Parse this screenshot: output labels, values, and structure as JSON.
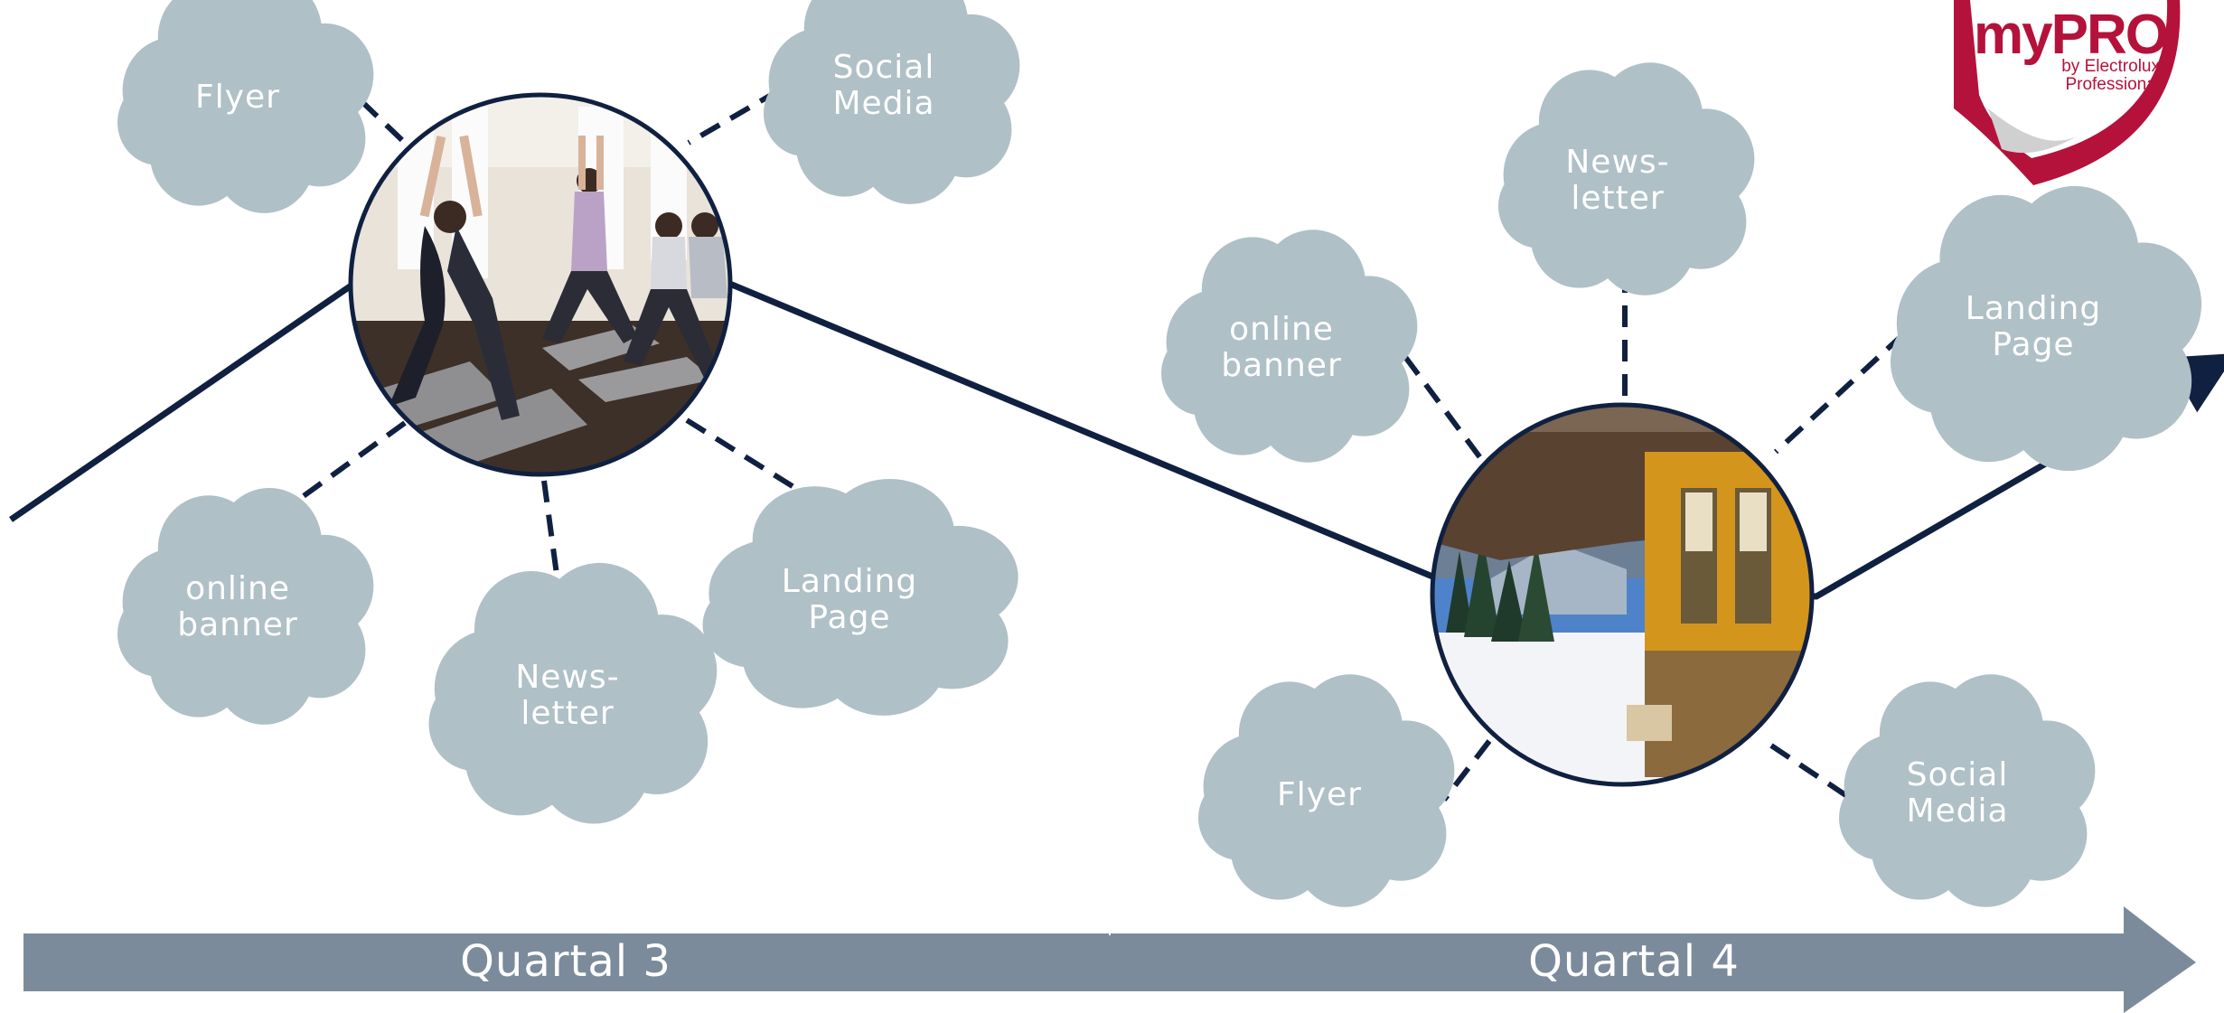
{
  "quarters": [
    {
      "label": "Quartal 3"
    },
    {
      "label": "Quartal 4"
    }
  ],
  "campaign_q3": {
    "image": "yoga-class-photo",
    "channels": {
      "flyer": "Flyer",
      "social_media_1": "Social",
      "social_media_2": "Media",
      "online_banner_1": "online",
      "online_banner_2": "banner",
      "newsletter_1": "News-",
      "newsletter_2": "letter",
      "landing_page_1": "Landing",
      "landing_page_2": "Page"
    }
  },
  "campaign_q4": {
    "image": "winter-cabin-photo",
    "channels": {
      "online_banner_1": "online",
      "online_banner_2": "banner",
      "newsletter_1": "News-",
      "newsletter_2": "letter",
      "landing_page_1": "Landing",
      "landing_page_2": "Page",
      "flyer": "Flyer",
      "social_media_1": "Social",
      "social_media_2": "Media"
    }
  },
  "logo": {
    "word": "myPRO",
    "sub_1": "by Electrolux",
    "sub_2": "Professional"
  },
  "colors": {
    "cloud": "#afc0c6",
    "line": "#102040",
    "timeline_bar": "#7b8b9c",
    "brand": "#b4123a"
  }
}
